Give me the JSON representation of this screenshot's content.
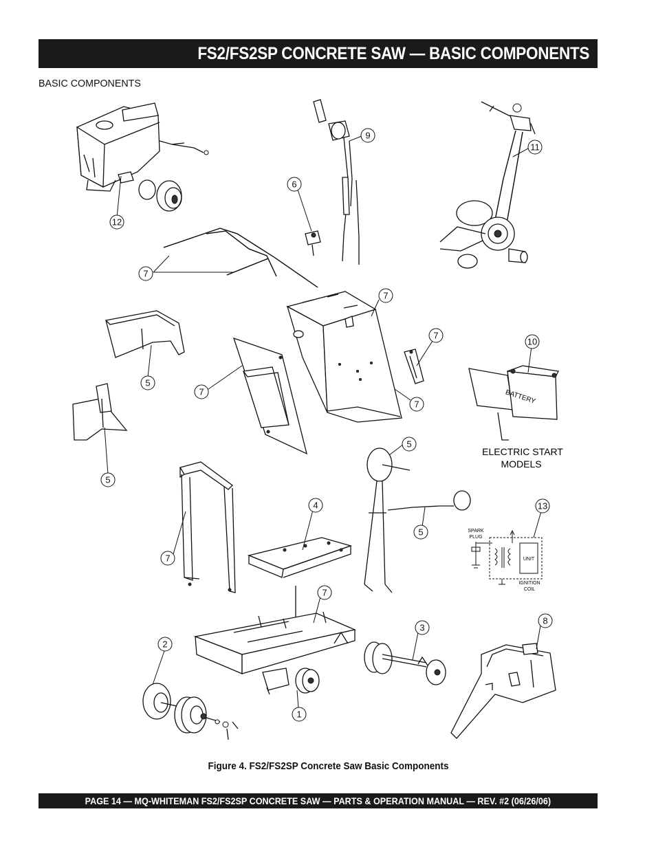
{
  "header": {
    "title": "FS2/FS2SP  CONCRETE SAW —  BASIC COMPONENTS"
  },
  "section": {
    "label": "BASIC COMPONENTS"
  },
  "figure": {
    "callouts": {
      "c1": "1",
      "c2": "2",
      "c3": "3",
      "c4": "4",
      "c5a": "5",
      "c5b": "5",
      "c5c": "5",
      "c5d": "5",
      "c6": "6",
      "c7a": "7",
      "c7b": "7",
      "c7c": "7",
      "c7d": "7",
      "c7e": "7",
      "c7f": "7",
      "c7g": "7",
      "c8": "8",
      "c9": "9",
      "c10": "10",
      "c11": "11",
      "c12": "12",
      "c13": "13"
    },
    "battery_label": "BATTERY",
    "electric_start_line1": "ELECTRIC START",
    "electric_start_line2": "MODELS",
    "spark_plug_line1": "SPARK",
    "spark_plug_line2": "PLUG",
    "unit_label": "UNIT",
    "ignition_line1": "IGNITION",
    "ignition_line2": "COIL",
    "caption": "Figure 4.  FS2/FS2SP  Concrete Saw Basic Components"
  },
  "footer": {
    "text": "PAGE 14 — MQ-WHITEMAN FS2/FS2SP  CONCRETE SAW — PARTS & OPERATION MANUAL — REV. #2 (06/26/06)"
  }
}
